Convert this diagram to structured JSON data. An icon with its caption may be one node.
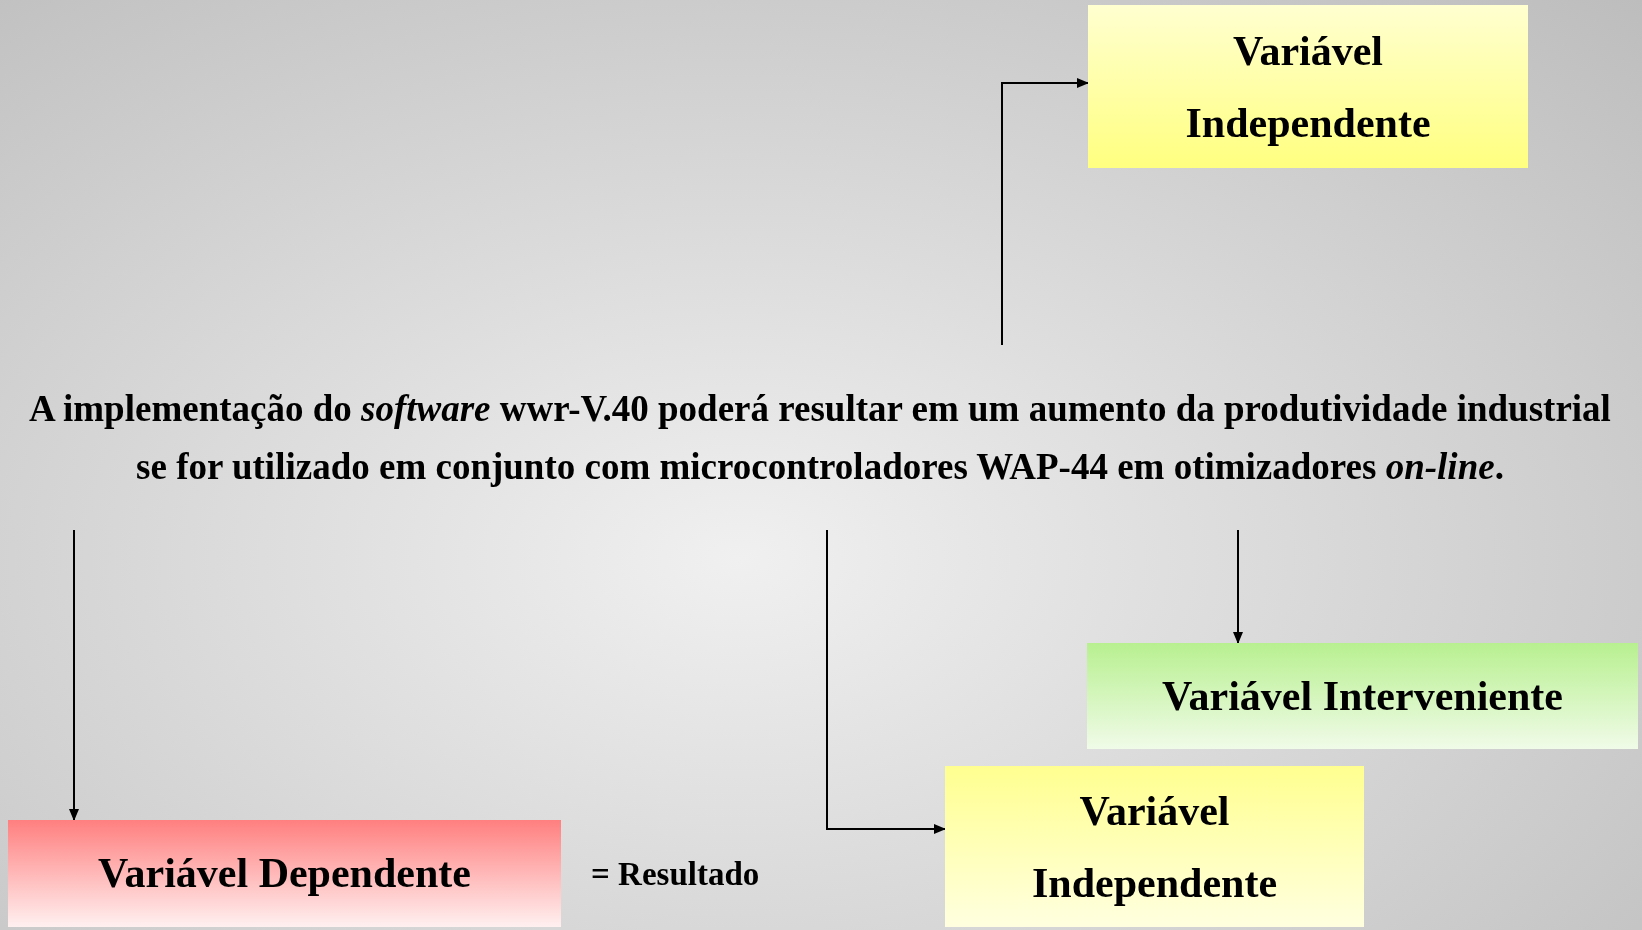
{
  "diagram": {
    "nodes": [
      {
        "text": [
          "A implementação do *software* wwr-V.40 poderá resultar em um aumento da produtividade industrial se for utilizado em conjunto com microcontroladores WAP-44 em otimizadores *on-line*."
        ]
      },
      {
        "text": [
          "Variável Independente"
        ]
      },
      {
        "text": [
          "Variável Interveniente"
        ]
      },
      {
        "text": [
          "Variável Dependente"
        ],
        "beside": [
          "= Resultado"
        ]
      },
      {
        "text": [
          "Variável Independente"
        ]
      }
    ],
    "edges": [
      {
        "from": 0,
        "to": 1,
        "arrow": "to"
      },
      {
        "from": 0,
        "to": 2,
        "arrow": "to"
      },
      {
        "from": 0,
        "to": 3,
        "arrow": "to"
      },
      {
        "from": 0,
        "to": 4,
        "arrow": "to"
      }
    ]
  }
}
